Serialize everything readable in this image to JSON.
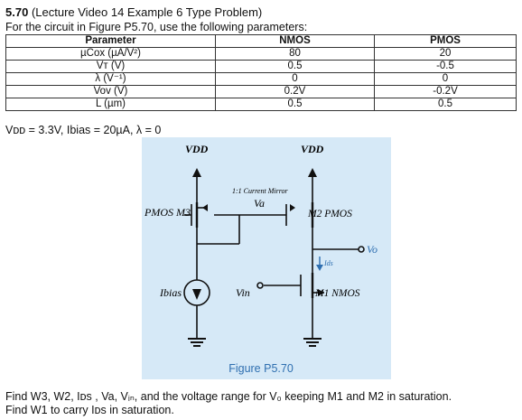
{
  "problem": {
    "number": "5.70",
    "title_rest": "(Lecture Video 14 Example 6 Type Problem)",
    "intro": "For the circuit in Figure P5.70, use the following parameters:"
  },
  "table": {
    "headers": [
      "Parameter",
      "NMOS",
      "PMOS"
    ],
    "rows": [
      [
        "µCox (µA/V²)",
        "80",
        "20"
      ],
      [
        "Vт (V)",
        "0.5",
        "-0.5"
      ],
      [
        "λ (V⁻¹)",
        "0",
        "0"
      ],
      [
        "Vov (V)",
        "0.2V",
        "-0.2V"
      ],
      [
        "L (µm)",
        "0.5",
        "0.5"
      ]
    ]
  },
  "conditions": "Vᴅᴅ = 3.3V, Ibias = 20µA, λ = 0",
  "figure": {
    "vdd_left": "VDD",
    "vdd_right": "VDD",
    "mirror_label": "1:1 Current Mirror",
    "va_label": "Va",
    "m3_label": "PMOS M3",
    "m2_label": "M2 PMOS",
    "m1_label": "M1 NMOS",
    "ibias_label": "Ibias",
    "vin_label": "Vin",
    "vo_label": "Vo",
    "ids_label": "Ids",
    "caption": "Figure P5.70",
    "bg_color": "#d6e9f7",
    "wire_color": "#111111",
    "accent_color": "#2f6fb0"
  },
  "question": {
    "line1": "Find W3, W2, Iᴅs , Va, Vᵢₙ, and the voltage range for V₀ keeping M1 and M2 in saturation.",
    "line2": "Find W1 to carry Iᴅs in saturation."
  }
}
